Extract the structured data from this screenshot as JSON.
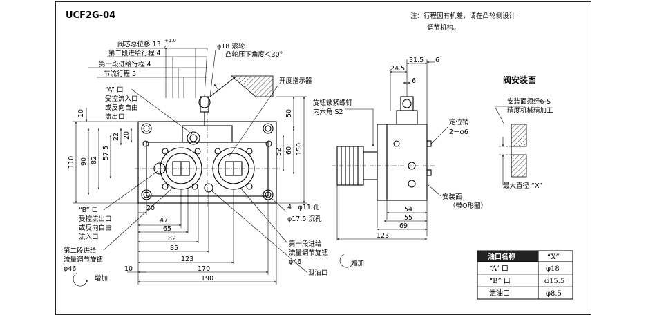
{
  "title": "UCF2G-04",
  "note": {
    "line1": "注：行程因有机差，请在凸轮侧设计",
    "line2": "调节机构。"
  },
  "mounting_heading": "阀安装面",
  "labels": {
    "spool_total": "阀芯总位移 13",
    "spool_tol_upper": "+1.0",
    "spool_tol_lower": "0",
    "stage2_feed": "第二段进给行程 4",
    "stage1_feed": "第一段进给行程 4",
    "throttle_stroke": "节流行程 5",
    "roller": "φ18 滚轮",
    "cam_angle": "凸轮压下角度＜30°",
    "port_a": "“A” 口",
    "port_a_desc1": "受控流入口",
    "port_a_desc2": "或反向自由",
    "port_a_desc3": "流出口",
    "opening_indicator": "开度指示器",
    "knob_lock_screw": "旋钮锁紧螺钉",
    "hex_socket": "内六角 S2",
    "locating_pin": "定位销",
    "locating_pin_spec": "2－φ6",
    "mounting_surface": "安装面",
    "with_oring": "（带O形圈）",
    "mount_note1": "安装面须经6-S",
    "mount_note2": "精度机械精加工",
    "max_dia": "最大直径 “X”",
    "port_b": "“B” 口",
    "port_b_desc1": "受控流出口",
    "port_b_desc2": "或反向自由",
    "port_b_desc3": "流入口",
    "stage2_knob1": "第二段进给",
    "stage2_knob2": "流量调节旋钮",
    "stage2_knob3": "φ46",
    "increase": "增加",
    "holes": "4－φ11 孔",
    "counterbore": "φ17.5 沉孔",
    "stage1_knob1": "第一段进给",
    "stage1_knob2": "流量调节旋钮",
    "stage1_knob3": "φ46",
    "drain_port": "泄油口"
  },
  "dimensions": {
    "d10_left": "10",
    "d110": "110",
    "d90": "90",
    "d82": "82",
    "d57_5": "57.5",
    "d22": "22",
    "d20_top": "20",
    "d50": "50",
    "d52": "52",
    "d60": "60",
    "d150": "150",
    "d20_bottom": "20",
    "d47": "47",
    "d65": "65",
    "d82_h": "82",
    "d85": "85",
    "d123": "123",
    "d170": "170",
    "d190": "190",
    "d10_bottom": "10",
    "s31_5": "31.5",
    "s6_top": "6",
    "s24_5": "24.5",
    "s6_mid": "6",
    "s54": "54",
    "s55": "55",
    "s69": "69",
    "s123": "123"
  },
  "port_table": {
    "headers": [
      "油口名称",
      "“X”"
    ],
    "rows": [
      [
        "“A” 口",
        "φ18"
      ],
      [
        "“B” 口",
        "φ15.5"
      ],
      [
        "泄油口",
        "φ8.5"
      ]
    ]
  }
}
